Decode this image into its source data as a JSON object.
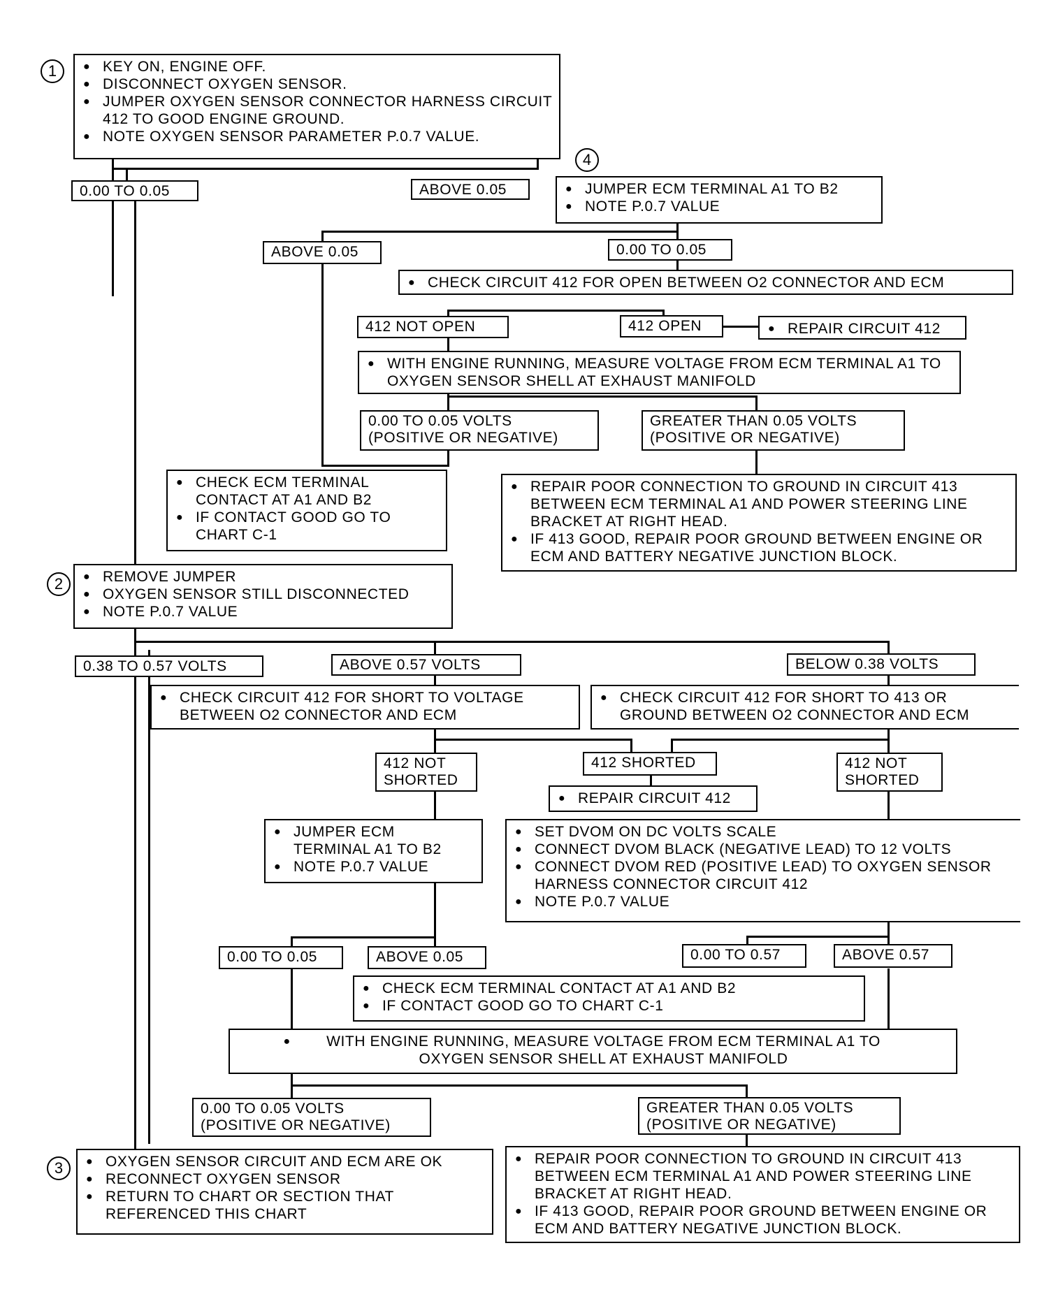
{
  "steps": {
    "s1": "1",
    "s2": "2",
    "s3": "3",
    "s4": "4"
  },
  "box1": [
    "KEY ON, ENGINE OFF.",
    "DISCONNECT OXYGEN SENSOR.",
    "JUMPER OXYGEN SENSOR CONNECTOR HARNESS CIRCUIT 412 TO GOOD ENGINE GROUND.",
    "NOTE OXYGEN SENSOR PARAMETER P.0.7 VALUE."
  ],
  "labels": {
    "b1_low": "0.00 TO 0.05",
    "b1_high": "ABOVE 0.05",
    "b4_high": "ABOVE 0.05",
    "b4_low": "0.00 TO 0.05",
    "not_open": "412 NOT OPEN",
    "open": "412 OPEN",
    "v_low": "0.00 TO 0.05 VOLTS (POSITIVE OR NEGATIVE)",
    "v_high": "GREATER THAN 0.05 VOLTS (POSITIVE OR NEGATIVE)",
    "mid": "0.38 TO 0.57 VOLTS",
    "above57": "ABOVE 0.57 VOLTS",
    "below38": "BELOW 0.38 VOLTS",
    "ns_a": "412 NOT SHORTED",
    "shorted": "412 SHORTED",
    "ns_b": "412 NOT SHORTED",
    "j_low": "0.00 TO 0.05",
    "j_high": "ABOVE 0.05",
    "d_low": "0.00 TO 0.57",
    "d_high": "ABOVE 0.57",
    "f_low": "0.00 TO 0.05 VOLTS (POSITIVE OR NEGATIVE)",
    "f_high": "GREATER THAN 0.05 VOLTS (POSITIVE OR NEGATIVE)"
  },
  "box4": [
    "JUMPER ECM TERMINAL A1 TO B2",
    "NOTE P.0.7 VALUE"
  ],
  "check_open": [
    "CHECK CIRCUIT 412 FOR OPEN BETWEEN O2 CONNECTOR AND ECM"
  ],
  "repair_a": [
    "REPAIR CIRCUIT 412"
  ],
  "run_a": [
    "WITH ENGINE RUNNING, MEASURE VOLTAGE FROM ECM TERMINAL A1 TO OXYGEN SENSOR SHELL AT EXHAUST MANIFOLD"
  ],
  "ecm_a": [
    "CHECK ECM TERMINAL CONTACT AT A1 AND B2",
    "IF CONTACT GOOD GO TO CHART C-1"
  ],
  "poor_a": [
    "REPAIR POOR CONNECTION TO GROUND IN CIRCUIT 413 BETWEEN ECM TERMINAL A1 AND POWER STEERING LINE BRACKET AT RIGHT HEAD.",
    "IF 413 GOOD, REPAIR POOR GROUND BETWEEN ENGINE OR ECM AND BATTERY NEGATIVE JUNCTION BLOCK."
  ],
  "box2": [
    "REMOVE JUMPER",
    "OXYGEN SENSOR STILL DISCONNECTED",
    "NOTE P.0.7 VALUE"
  ],
  "short_v": [
    "CHECK CIRCUIT 412 FOR SHORT TO VOLTAGE BETWEEN O2 CONNECTOR AND ECM"
  ],
  "short_g": [
    "CHECK CIRCUIT 412 FOR SHORT TO 413 OR GROUND BETWEEN O2 CONNECTOR AND ECM"
  ],
  "repair_b": [
    "REPAIR CIRCUIT 412"
  ],
  "jumper_b": [
    "JUMPER ECM TERMINAL A1 TO B2",
    "NOTE P.0.7 VALUE"
  ],
  "dvom": [
    "SET DVOM ON DC VOLTS SCALE",
    "CONNECT DVOM BLACK (NEGATIVE LEAD) TO 12 VOLTS",
    "CONNECT DVOM RED (POSITIVE LEAD) TO OXYGEN SENSOR HARNESS CONNECTOR CIRCUIT 412",
    "NOTE P.0.7 VALUE"
  ],
  "ecm_b": [
    "CHECK ECM TERMINAL CONTACT AT A1 AND B2",
    "IF CONTACT GOOD GO TO CHART C-1"
  ],
  "run_b": [
    "WITH ENGINE RUNNING, MEASURE VOLTAGE FROM ECM TERMINAL A1 TO OXYGEN SENSOR SHELL AT EXHAUST MANIFOLD"
  ],
  "box3": [
    "OXYGEN SENSOR CIRCUIT AND ECM ARE OK",
    "RECONNECT OXYGEN SENSOR",
    "RETURN TO CHART OR SECTION THAT REFERENCED THIS CHART"
  ],
  "poor_b": [
    "REPAIR POOR CONNECTION TO GROUND IN CIRCUIT 413 BETWEEN ECM TERMINAL A1 AND POWER STEERING LINE BRACKET AT RIGHT HEAD.",
    "IF 413 GOOD, REPAIR POOR GROUND BETWEEN ENGINE OR ECM AND BATTERY NEGATIVE JUNCTION BLOCK."
  ]
}
